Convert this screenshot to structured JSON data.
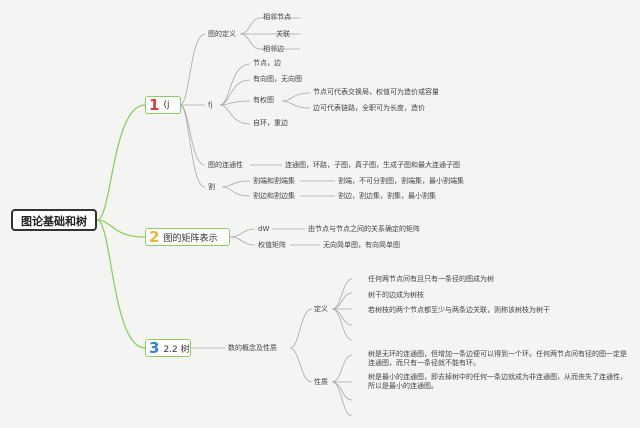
{
  "root": "图论基础和树",
  "branches": [
    {
      "num": "1",
      "label": "(j",
      "color": "#e03a3a"
    },
    {
      "num": "2",
      "label": "图的矩阵表示",
      "color": "#f1b533"
    },
    {
      "num": "3",
      "label": "2.2 树",
      "color": "#2f86d8"
    }
  ],
  "b1": {
    "def_label": "图的定义",
    "def_items": [
      "相邻节点",
      "关联",
      "相邻边"
    ],
    "fj_label": "fj",
    "fj_items": [
      "节点，边",
      "有向图，无向图",
      "有权图",
      "自环，重边"
    ],
    "weighted_items": [
      "节点可代表交换局，权值可为造价或容量",
      "边可代表链路，全职可为长度，造价"
    ],
    "conn_label": "图的连通性",
    "conn_text": "连通图，环路，子图，真子图，生成子图和最大连通子图",
    "cut_label": "割",
    "cut_items": [
      {
        "label": "割端和割端集",
        "text": "割端，不可分割图，割端集，最小割端集"
      },
      {
        "label": "割边和割边集",
        "text": "割边，割边集，割集，最小割集"
      }
    ]
  },
  "b2": {
    "items": [
      {
        "label": "dW",
        "text": "由节点与节点之间的关系确定的矩阵"
      },
      {
        "label": "权值矩阵",
        "text": "无向简单图，有向简单图"
      }
    ]
  },
  "b3": {
    "child": "数的概念及性质",
    "def_label": "定义",
    "def_items": [
      "任何两节点间有且只有一条径的图成为树",
      "树干的边成为树枝",
      "若树枝的两个节点都至少与两条边关联，则称该树枝为树干"
    ],
    "prop_label": "性质",
    "prop_items": [
      "树是无环的连通图，但增加一条边便可以得到一个环。任何两节点间有径的图一定是连通图，而只有一条径就不能有环。",
      "树是最小的连通图，即去掉树中的任何一条边就成为非连通图，从而丧失了连通性，所以是最小的连通图。"
    ]
  }
}
